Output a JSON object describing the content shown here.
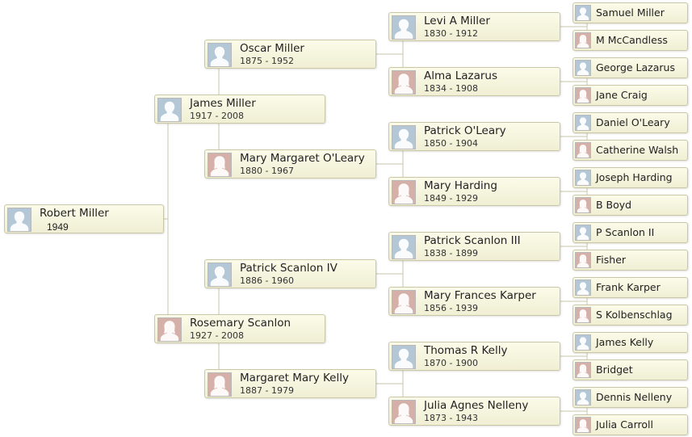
{
  "root": {
    "name": "Robert Miller",
    "dates": "1949",
    "gender": "male",
    "icon": "male-silhouette-icon"
  },
  "parents": [
    {
      "name": "James Miller",
      "dates": "1917 - 2008",
      "gender": "male"
    },
    {
      "name": "Rosemary Scanlon",
      "dates": "1927 - 2008",
      "gender": "female"
    }
  ],
  "grandparents": [
    {
      "name": "Oscar Miller",
      "dates": "1875 - 1952",
      "gender": "male"
    },
    {
      "name": "Mary Margaret O'Leary",
      "dates": "1880 - 1967",
      "gender": "female"
    },
    {
      "name": "Patrick Scanlon IV",
      "dates": "1886 - 1960",
      "gender": "male"
    },
    {
      "name": "Margaret Mary Kelly",
      "dates": "1887 - 1979",
      "gender": "female"
    }
  ],
  "great_grandparents": [
    {
      "name": "Levi A Miller",
      "dates": "1830 - 1912",
      "gender": "male"
    },
    {
      "name": "Alma Lazarus",
      "dates": "1834 - 1908",
      "gender": "female"
    },
    {
      "name": "Patrick O'Leary",
      "dates": "1850 - 1904",
      "gender": "male"
    },
    {
      "name": "Mary Harding",
      "dates": "1849 - 1929",
      "gender": "female"
    },
    {
      "name": "Patrick Scanlon III",
      "dates": "1838 - 1899",
      "gender": "male"
    },
    {
      "name": "Mary Frances Karper",
      "dates": "1856 - 1939",
      "gender": "female"
    },
    {
      "name": "Thomas R Kelly",
      "dates": "1870 - 1900",
      "gender": "male"
    },
    {
      "name": "Julia Agnes Nelleny",
      "dates": "1873 - 1943",
      "gender": "female"
    }
  ],
  "great_great_grandparents": [
    {
      "name": "Samuel Miller",
      "gender": "male"
    },
    {
      "name": "M McCandless",
      "gender": "female"
    },
    {
      "name": "George Lazarus",
      "gender": "male"
    },
    {
      "name": "Jane Craig",
      "gender": "female"
    },
    {
      "name": "Daniel O'Leary",
      "gender": "male"
    },
    {
      "name": "Catherine Walsh",
      "gender": "female"
    },
    {
      "name": "Joseph Harding",
      "gender": "male"
    },
    {
      "name": "B Boyd",
      "gender": "female"
    },
    {
      "name": "P Scanlon II",
      "gender": "male"
    },
    {
      "name": "Fisher",
      "gender": "female"
    },
    {
      "name": "Frank Karper",
      "gender": "male"
    },
    {
      "name": "S Kolbenschlag",
      "gender": "female"
    },
    {
      "name": "James Kelly",
      "gender": "male"
    },
    {
      "name": "Bridget",
      "gender": "female"
    },
    {
      "name": "Dennis Nelleny",
      "gender": "male"
    },
    {
      "name": "Julia Carroll",
      "gender": "female"
    }
  ],
  "colors": {
    "male_portrait": "#b3c7d6",
    "female_portrait": "#d4b0a8",
    "card_bg": "#f5f4dc",
    "card_border": "#c9c7a5",
    "connector": "#c8c6aa"
  },
  "icons": {
    "male": "male-silhouette-icon",
    "female": "female-silhouette-icon"
  }
}
